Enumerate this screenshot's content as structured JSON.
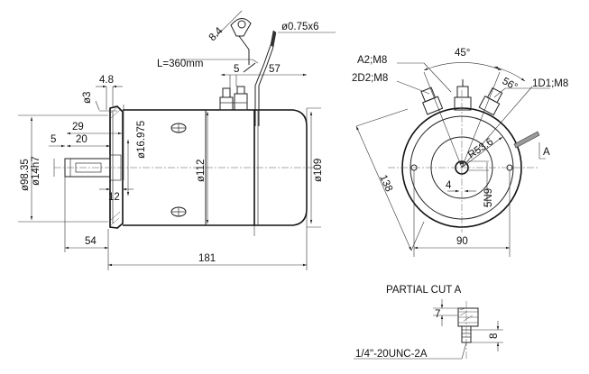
{
  "side_view": {
    "cable_length": "L=360mm",
    "wire_diameter": "ø0.75x6",
    "terminal_hole": "8.4",
    "dim_4_8": "4.8",
    "dim_3": "ø3",
    "dim_5_top": "5",
    "dim_57": "57",
    "dim_29": "29",
    "dim_5_shaft": "5",
    "dim_20": "20",
    "dim_16_975": "ø16.975",
    "dim_98_35": "ø98.35",
    "dim_14h7": "ø14h7",
    "dim_112": "ø112",
    "dim_109": "ø109",
    "dim_12": "12",
    "dim_54": "54",
    "dim_181": "181"
  },
  "end_view": {
    "angle_45": "45°",
    "angle_56": "56°",
    "terminal_a2": "A2;M8",
    "terminal_2d2": "2D2;M8",
    "terminal_1d1": "1D1;M8",
    "radius": "R53.6",
    "dim_4": "4",
    "spline": "5N9",
    "dim_138": "138",
    "dim_90": "90",
    "section_marker": "A"
  },
  "partial_cut": {
    "title": "PARTIAL CUT A",
    "dim_7": "7",
    "dim_8": "8",
    "thread": "1/4\"-20UNC-2A"
  }
}
